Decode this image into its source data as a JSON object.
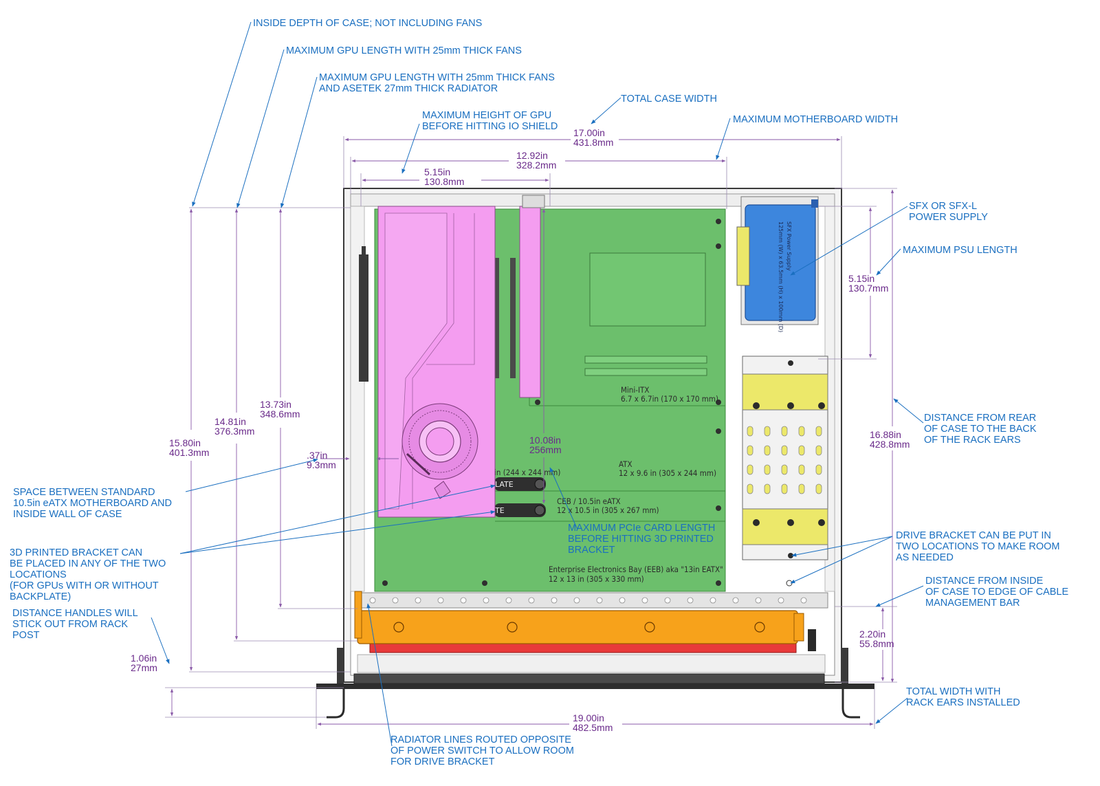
{
  "callouts": {
    "inside_depth": "INSIDE DEPTH OF CASE; NOT INCLUDING FANS",
    "max_gpu_25": "MAXIMUM GPU LENGTH WITH 25mm THICK FANS",
    "max_gpu_27_l1": "MAXIMUM GPU LENGTH WITH 25mm THICK FANS",
    "max_gpu_27_l2": "AND ASETEK 27mm THICK RADIATOR",
    "total_case_width": "TOTAL CASE WIDTH",
    "max_height_gpu_l1": "MAXIMUM HEIGHT OF GPU",
    "max_height_gpu_l2": "BEFORE HITTING IO SHIELD",
    "max_mobo_width": "MAXIMUM MOTHERBOARD WIDTH",
    "sfx_l1": "SFX OR SFX-L",
    "sfx_l2": "POWER SUPPLY",
    "max_psu_length": "MAXIMUM PSU LENGTH",
    "rear_l1": "DISTANCE FROM REAR",
    "rear_l2": "OF CASE TO THE BACK",
    "rear_l3": "OF THE RACK EARS",
    "space_l1": "SPACE BETWEEN STANDARD",
    "space_l2": "10.5in eATX MOTHERBOARD AND",
    "space_l3": "INSIDE WALL OF CASE",
    "bracket3d_l1": "3D PRINTED BRACKET CAN",
    "bracket3d_l2": "BE PLACED IN ANY OF THE TWO",
    "bracket3d_l3": "LOCATIONS",
    "bracket3d_l4": "(FOR GPUs WITH OR WITHOUT",
    "bracket3d_l5": "BACKPLATE)",
    "pcie_l1": "MAXIMUM PCIe CARD LENGTH",
    "pcie_l2": "BEFORE HITTING 3D PRINTED",
    "pcie_l3": "BRACKET",
    "drive_l1": "DRIVE BRACKET CAN BE PUT IN",
    "drive_l2": "TWO LOCATIONS TO MAKE ROOM",
    "drive_l3": "AS NEEDED",
    "cable_l1": "DISTANCE FROM INSIDE",
    "cable_l2": "OF CASE TO EDGE OF CABLE",
    "cable_l3": "MANAGEMENT BAR",
    "handles_l1": "DISTANCE HANDLES WILL",
    "handles_l2": "STICK OUT FROM RACK",
    "handles_l3": "POST",
    "rackears_l1": "TOTAL WIDTH WITH",
    "rackears_l2": "RACK EARS INSTALLED",
    "radiator_l1": "RADIATOR LINES ROUTED OPPOSITE",
    "radiator_l2": "OF POWER SWITCH TO ALLOW ROOM",
    "radiator_l3": "FOR DRIVE BRACKET"
  },
  "dimensions": {
    "case_width_in": "17.00in",
    "case_width_mm": "431.8mm",
    "mobo_width_in": "12.92in",
    "mobo_width_mm": "328.2mm",
    "gpu_height_in": "5.15in",
    "gpu_height_mm": "130.8mm",
    "psu_len_in": "5.15in",
    "psu_len_mm": "130.7mm",
    "depth_in": "15.80in",
    "depth_mm": "401.3mm",
    "gpu25_in": "14.81in",
    "gpu25_mm": "376.3mm",
    "gpu27_in": "13.73in",
    "gpu27_mm": "348.6mm",
    "gap_in": ".37in",
    "gap_mm": "9.3mm",
    "pcie_in": "10.08in",
    "pcie_mm": "256mm",
    "rear_in": "16.88in",
    "rear_mm": "428.8mm",
    "cable_in": "2.20in",
    "cable_mm": "55.8mm",
    "handles_in": "1.06in",
    "handles_mm": "27mm",
    "ears_in": "19.00in",
    "ears_mm": "482.5mm"
  },
  "board_labels": {
    "mini_itx": "Mini-ITX",
    "mini_itx_size": "6.7 x 6.7in (170 x 170 mm)",
    "matx_partial": "in (244 x 244 mm)",
    "atx": "ATX",
    "atx_size": "12 x 9.6 in (305 x 244 mm)",
    "ceb": "CEB / 10.5in eATX",
    "ceb_size": "12 x 10.5 in (305 x 267 mm)",
    "eeb": "Enterprise Electronics Bay (EEB) aka \"13in EATX\"",
    "eeb_size": "12 x 13 in (305 x 330 mm)",
    "plate1": "LATE",
    "plate2": "TE"
  },
  "psu_label": {
    "l1": "SFX Power Supply",
    "l2": "125mm (W) x 63.5mm (H) x 100mm (D)"
  },
  "colors": {
    "callout": "#1a6fc0",
    "dimension": "#6a2a8a",
    "motherboard": "#6cbf6c",
    "gpu": "#f49df0",
    "psu": "#3d86dd",
    "radiator": "#f7a21b",
    "fans": "#e8393a",
    "drive_bracket": "#ece86a"
  }
}
